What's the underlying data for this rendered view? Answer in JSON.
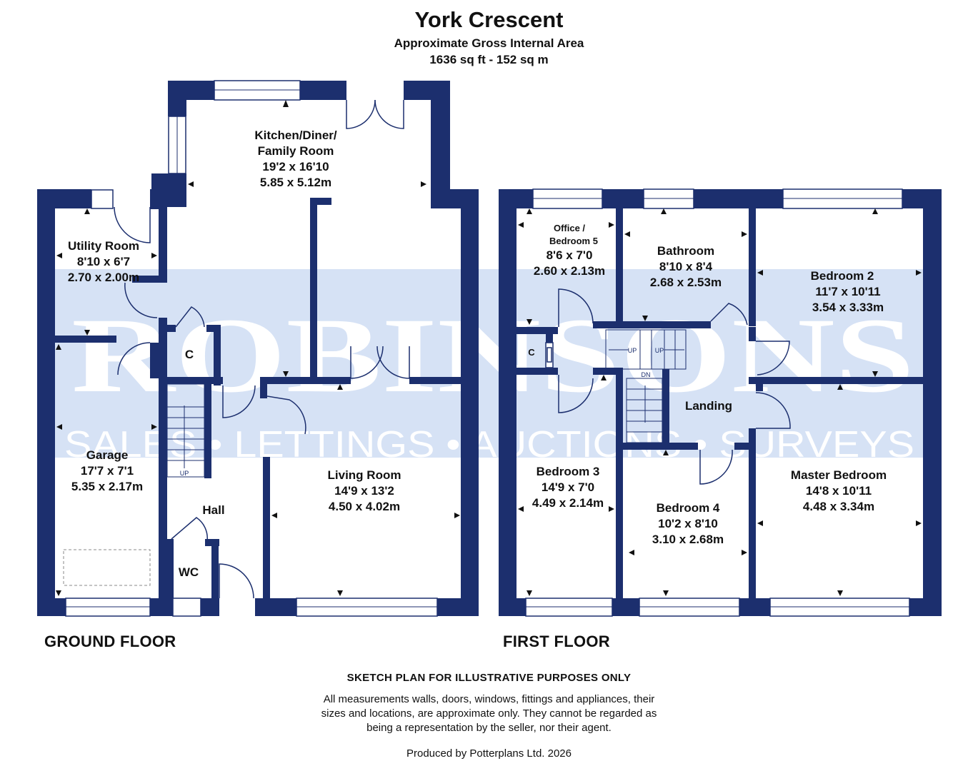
{
  "header": {
    "title": "York Crescent",
    "subtitle": "Approximate Gross Internal Area",
    "area": "1636 sq ft - 152 sq m"
  },
  "watermark": {
    "brand": "ROBINSONS",
    "tagline": "SALES • LETTINGS • AUCTIONS • SURVEYS"
  },
  "colors": {
    "wall": "#1c2f6e",
    "watermark_band": "#d6e2f5",
    "watermark_text": "#ffffff"
  },
  "ground_floor": {
    "label": "GROUND FLOOR",
    "rooms": {
      "kitchen": {
        "name_line1": "Kitchen/Diner/",
        "name_line2": "Family Room",
        "imperial": "19'2 x 16'10",
        "metric": "5.85 x 5.12m"
      },
      "utility": {
        "name": "Utility Room",
        "imperial": "8'10 x 6'7",
        "metric": "2.70 x 2.00m"
      },
      "garage": {
        "name": "Garage",
        "imperial": "17'7 x 7'1",
        "metric": "5.35 x 2.17m"
      },
      "living": {
        "name": "Living Room",
        "imperial": "14'9 x 13'2",
        "metric": "4.50 x 4.02m"
      },
      "cupboard": {
        "name": "C"
      },
      "hall": {
        "name": "Hall"
      },
      "wc": {
        "name": "WC"
      },
      "stairs_up": "UP"
    }
  },
  "first_floor": {
    "label": "FIRST FLOOR",
    "rooms": {
      "office": {
        "name_line1": "Office /",
        "name_line2": "Bedroom 5",
        "imperial": "8'6 x 7'0",
        "metric": "2.60 x 2.13m"
      },
      "bathroom": {
        "name": "Bathroom",
        "imperial": "8'10 x 8'4",
        "metric": "2.68 x 2.53m"
      },
      "bedroom2": {
        "name": "Bedroom 2",
        "imperial": "11'7 x 10'11",
        "metric": "3.54 x 3.33m"
      },
      "bedroom3": {
        "name": "Bedroom 3",
        "imperial": "14'9 x 7'0",
        "metric": "4.49 x 2.14m"
      },
      "bedroom4": {
        "name": "Bedroom 4",
        "imperial": "10'2 x 8'10",
        "metric": "3.10 x 2.68m"
      },
      "master": {
        "name": "Master Bedroom",
        "imperial": "14'8 x 10'11",
        "metric": "4.48 x 3.34m"
      },
      "landing": {
        "name": "Landing"
      },
      "cupboard": {
        "name": "C"
      },
      "stairs_up1": "UP",
      "stairs_up2": "UP",
      "stairs_down": "DN"
    }
  },
  "footer": {
    "disclaimer_title": "SKETCH PLAN FOR ILLUSTRATIVE PURPOSES ONLY",
    "disclaimer_line1": "All measurements walls, doors, windows, fittings and appliances, their",
    "disclaimer_line2": "sizes and locations, are approximate only. They cannot be regarded as",
    "disclaimer_line3": "being a representation by the seller, nor their agent.",
    "produced_by": "Produced by Potterplans Ltd. 2026"
  }
}
